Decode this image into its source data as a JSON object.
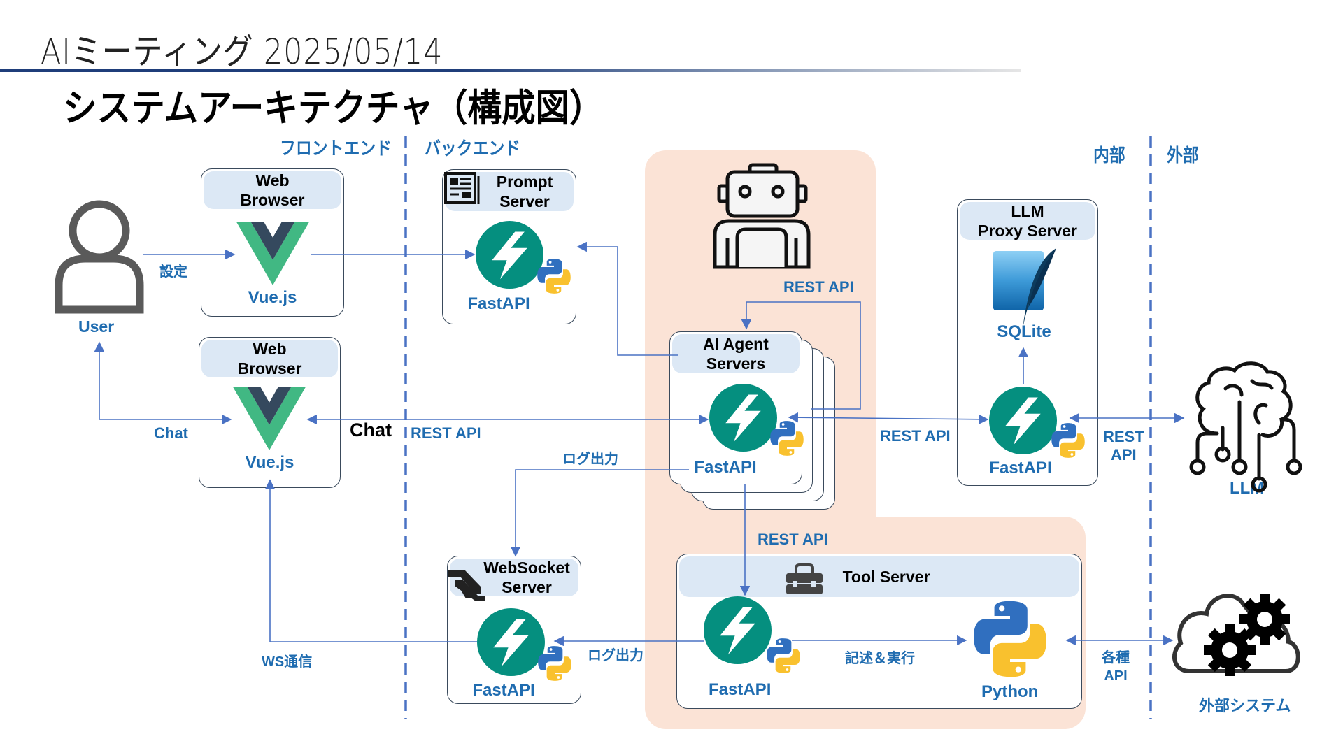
{
  "header": {
    "meeting_title": "AIミーティング 2025/05/14",
    "slide_title": "システムアーキテクチャ（構成図）"
  },
  "zones": {
    "frontend": "フロントエンド",
    "backend": "バックエンド",
    "internal": "内部",
    "external": "外部"
  },
  "actors": {
    "user": "User",
    "llm": "LLM",
    "external_system": "外部システム",
    "ai_agent_icon": "robot-icon"
  },
  "components": {
    "browser_settings": {
      "title_line1": "Web",
      "title_line2": "Browser",
      "tech": "Vue.js"
    },
    "browser_chat": {
      "title_line1": "Web",
      "title_line2": "Browser",
      "tech": "Vue.js"
    },
    "prompt_server": {
      "title_line1": "Prompt",
      "title_line2": "Server",
      "tech": "FastAPI"
    },
    "ai_agent_servers": {
      "title_line1": "AI Agent",
      "title_line2": "Servers",
      "tech": "FastAPI"
    },
    "llm_proxy_server": {
      "title_line1": "LLM",
      "title_line2": "Proxy Server",
      "db": "SQLite",
      "tech": "FastAPI"
    },
    "websocket_server": {
      "title_line1": "WebSocket",
      "title_line2": "Server",
      "tech": "FastAPI"
    },
    "tool_server": {
      "title": "Tool Server",
      "tech": "FastAPI",
      "runtime": "Python"
    }
  },
  "connections": {
    "settings": "設定",
    "user_chat": "Chat",
    "chat_black": "Chat",
    "rest_api_chat": "REST API",
    "rest_api_loop": "REST API",
    "rest_api_llm": "REST API",
    "rest_api_external_line1": "REST",
    "rest_api_external_line2": "API",
    "rest_api_tool": "REST API",
    "log_output_agent": "ログ出力",
    "log_output_tool": "ログ出力",
    "ws": "WS通信",
    "write_execute": "記述＆実行",
    "various_api_line1": "各種",
    "various_api_line2": "API"
  },
  "colors": {
    "accent_blue": "#1f6cb0",
    "connector": "#4a72c4",
    "fastapi_teal": "#058f7f",
    "vue_green": "#41b883",
    "vue_dark": "#35495e",
    "peach": "#fbe3d6",
    "band": "#dce8f5"
  }
}
